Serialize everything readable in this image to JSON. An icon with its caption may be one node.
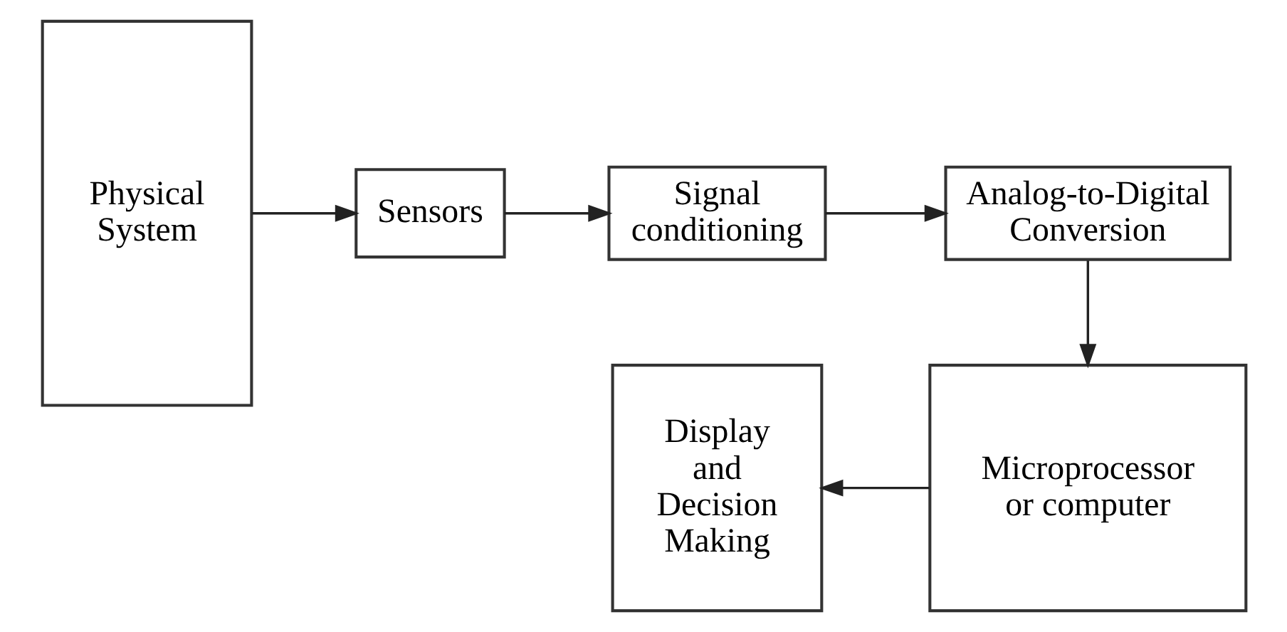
{
  "diagram": {
    "nodes": [
      {
        "text": [
          "Physical System"
        ]
      },
      {
        "text": [
          "Sensors"
        ]
      },
      {
        "text": [
          "Signal conditioning"
        ]
      },
      {
        "text": [
          "Analog-to-Digital Conversion"
        ]
      },
      {
        "text": [
          "Display and Decision Making"
        ]
      },
      {
        "text": [
          "Microprocessor or computer"
        ]
      }
    ],
    "edges": [
      {
        "from": 0,
        "to": 1,
        "arrow": "to"
      },
      {
        "from": 1,
        "to": 2,
        "arrow": "to"
      },
      {
        "from": 2,
        "to": 3,
        "arrow": "to"
      },
      {
        "from": 3,
        "to": 5,
        "arrow": "to"
      },
      {
        "from": 5,
        "to": 4,
        "arrow": "to"
      }
    ]
  }
}
